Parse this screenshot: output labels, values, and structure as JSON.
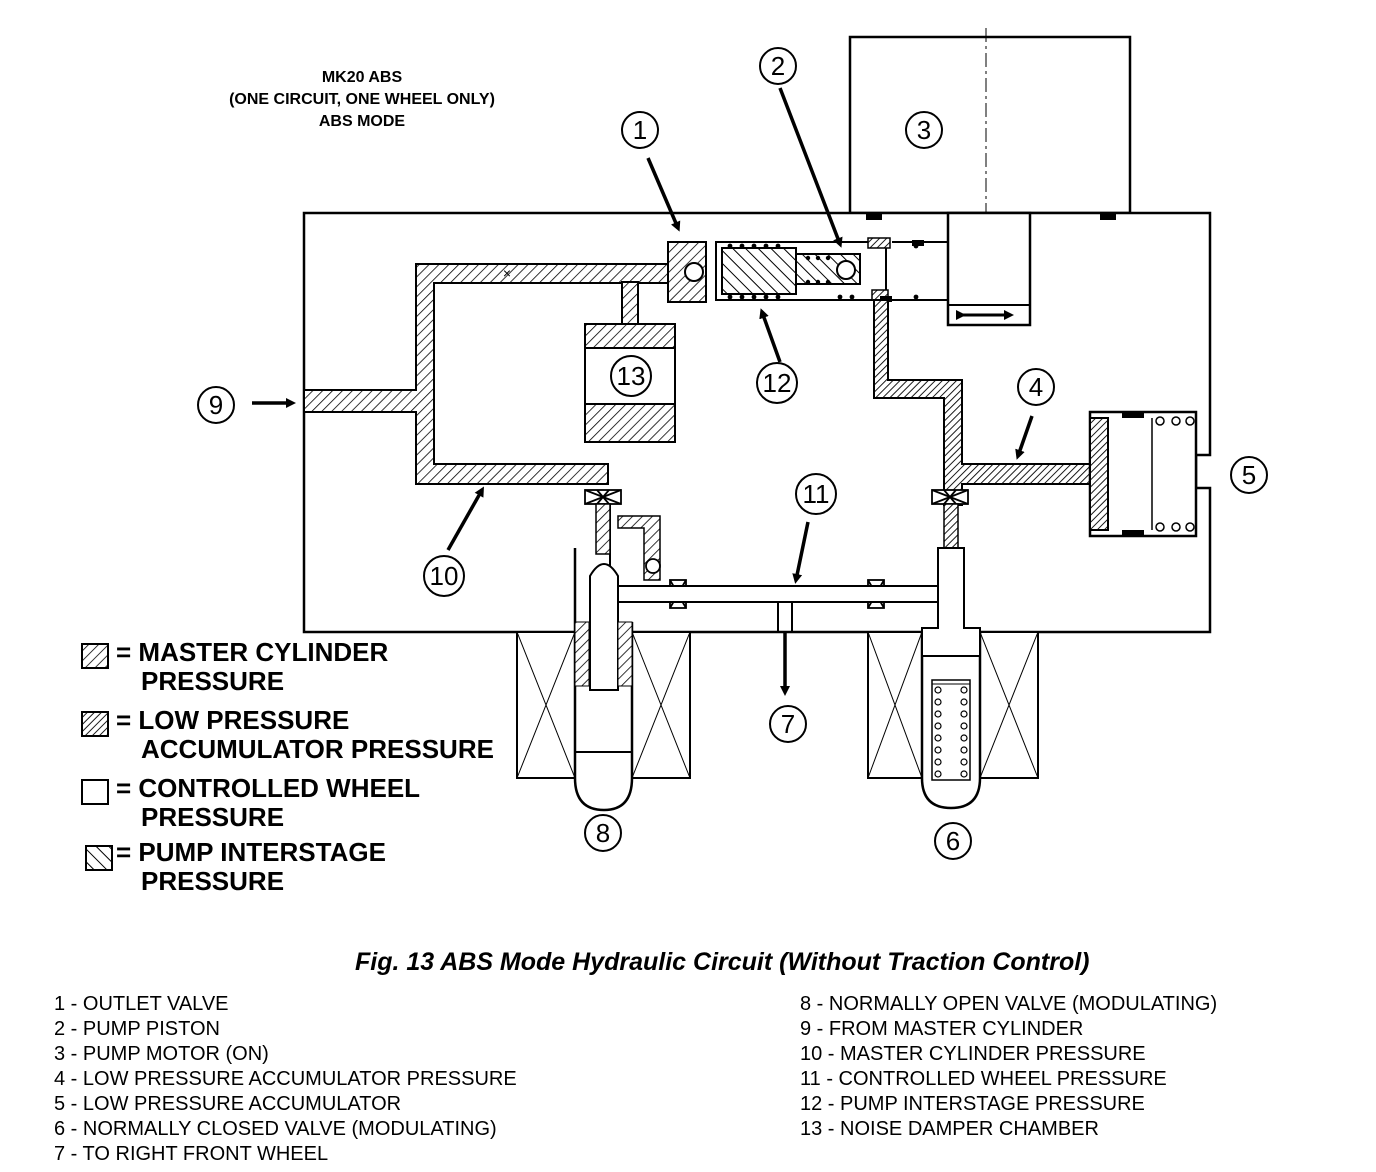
{
  "header": {
    "line1": "MK20 ABS",
    "line2": "(ONE CIRCUIT, ONE WHEEL ONLY)",
    "line3": "ABS MODE"
  },
  "callouts": [
    "1",
    "2",
    "3",
    "4",
    "5",
    "6",
    "7",
    "8",
    "9",
    "10",
    "11",
    "12",
    "13"
  ],
  "legend": [
    {
      "line1": "= MASTER CYLINDER",
      "line2": "PRESSURE"
    },
    {
      "line1": "= LOW PRESSURE",
      "line2": "ACCUMULATOR PRESSURE"
    },
    {
      "line1": "= CONTROLLED WHEEL",
      "line2": "PRESSURE"
    },
    {
      "line1": "= PUMP INTERSTAGE",
      "line2": "PRESSURE"
    }
  ],
  "caption": "Fig. 13 ABS Mode Hydraulic Circuit (Without Traction Control)",
  "key_left": [
    "1 - OUTLET VALVE",
    "2 - PUMP PISTON",
    "3 - PUMP MOTOR (ON)",
    "4 - LOW PRESSURE ACCUMULATOR PRESSURE",
    "5 - LOW PRESSURE ACCUMULATOR",
    "6 - NORMALLY CLOSED VALVE (MODULATING)",
    "7 - TO RIGHT FRONT WHEEL"
  ],
  "key_right": [
    "8 - NORMALLY OPEN VALVE (MODULATING)",
    "9 - FROM MASTER CYLINDER",
    "10 - MASTER CYLINDER PRESSURE",
    "11 - CONTROLLED WHEEL PRESSURE",
    "12 - PUMP INTERSTAGE PRESSURE",
    "13 - NOISE DAMPER CHAMBER"
  ]
}
